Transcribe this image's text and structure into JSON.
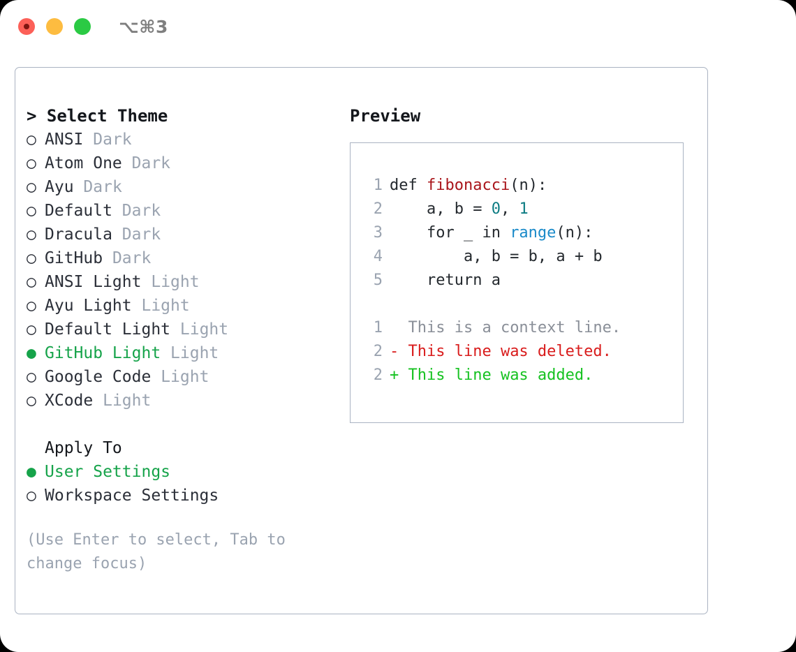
{
  "window": {
    "traffic_lights": [
      "close",
      "minimize",
      "maximize"
    ],
    "shortcut_label": "⌥⌘3"
  },
  "colors": {
    "accent_green": "#16a34a",
    "muted": "#9aa3b0",
    "text": "#2b2f38",
    "border": "#aab3c2",
    "diff_add": "#16c221",
    "diff_del": "#d91c1c",
    "code_function": "#a9151b",
    "code_number": "#0d7c83",
    "code_call": "#1a8ac9"
  },
  "theme_list": {
    "header": "> Select Theme",
    "items": [
      {
        "marker": "○",
        "name": "ANSI",
        "category": "Dark",
        "selected": false
      },
      {
        "marker": "○",
        "name": "Atom One",
        "category": "Dark",
        "selected": false
      },
      {
        "marker": "○",
        "name": "Ayu",
        "category": "Dark",
        "selected": false
      },
      {
        "marker": "○",
        "name": "Default",
        "category": "Dark",
        "selected": false
      },
      {
        "marker": "○",
        "name": "Dracula",
        "category": "Dark",
        "selected": false
      },
      {
        "marker": "○",
        "name": "GitHub",
        "category": "Dark",
        "selected": false
      },
      {
        "marker": "○",
        "name": "ANSI Light",
        "category": "Light",
        "selected": false
      },
      {
        "marker": "○",
        "name": "Ayu Light",
        "category": "Light",
        "selected": false
      },
      {
        "marker": "○",
        "name": "Default Light",
        "category": "Light",
        "selected": false
      },
      {
        "marker": "●",
        "name": "GitHub Light",
        "category": "Light",
        "selected": true
      },
      {
        "marker": "○",
        "name": "Google Code",
        "category": "Light",
        "selected": false
      },
      {
        "marker": "○",
        "name": "XCode",
        "category": "Light",
        "selected": false
      }
    ]
  },
  "apply_to": {
    "header": "Apply To",
    "options": [
      {
        "marker": "●",
        "label": "User Settings",
        "selected": true
      },
      {
        "marker": "○",
        "label": "Workspace Settings",
        "selected": false
      }
    ]
  },
  "hint": "(Use Enter to select, Tab to change focus)",
  "preview": {
    "header": "Preview",
    "code_lines": [
      {
        "number": "1",
        "tokens": [
          {
            "text": "def ",
            "type": "plain"
          },
          {
            "text": "fibonacci",
            "type": "fn"
          },
          {
            "text": "(n):",
            "type": "plain"
          }
        ]
      },
      {
        "number": "2",
        "tokens": [
          {
            "text": "    a, b = ",
            "type": "plain"
          },
          {
            "text": "0",
            "type": "num"
          },
          {
            "text": ", ",
            "type": "plain"
          },
          {
            "text": "1",
            "type": "num"
          }
        ]
      },
      {
        "number": "3",
        "tokens": [
          {
            "text": "    for _ in ",
            "type": "plain"
          },
          {
            "text": "range",
            "type": "call"
          },
          {
            "text": "(n):",
            "type": "plain"
          }
        ]
      },
      {
        "number": "4",
        "tokens": [
          {
            "text": "        a, b = b, a + b",
            "type": "plain"
          }
        ]
      },
      {
        "number": "5",
        "tokens": [
          {
            "text": "    return a",
            "type": "plain"
          }
        ]
      }
    ],
    "diff_lines": [
      {
        "number": "1",
        "sign": " ",
        "text": " This is a context line.",
        "kind": "ctx"
      },
      {
        "number": "2",
        "sign": "-",
        "text": " This line was deleted.",
        "kind": "del"
      },
      {
        "number": "2",
        "sign": "+",
        "text": " This line was added.",
        "kind": "add"
      }
    ]
  }
}
